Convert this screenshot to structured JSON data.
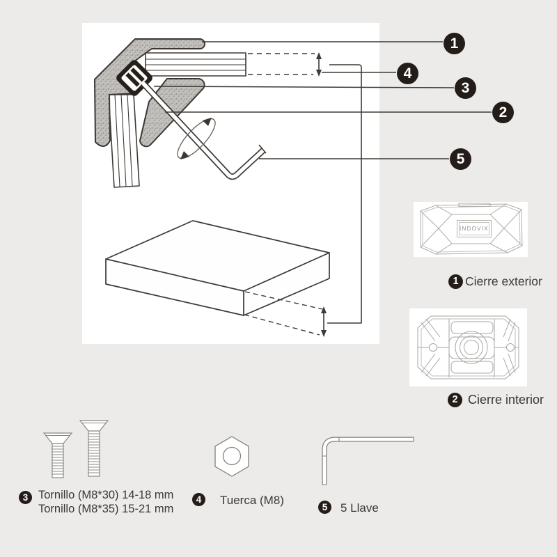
{
  "colors": {
    "background": "#ecebe9",
    "panel": "#ffffff",
    "badge": "#241c18",
    "text": "#3a3836",
    "drawing_line_dark": "#3e3a35",
    "drawing_line_light": "#a8a6a2",
    "metal_fill": "#c2c0bc"
  },
  "callouts": {
    "n1": "1",
    "n2": "2",
    "n3": "3",
    "n4": "4",
    "n5": "5"
  },
  "legend": {
    "exterior": {
      "number": "1",
      "label": "Cierre exterior",
      "brand": "INDOVIX"
    },
    "interior": {
      "number": "2",
      "label": "Cierre interior"
    },
    "screws": {
      "number": "3",
      "lines": [
        "Tornillo (M8*30) 14-18 mm",
        "Tornillo (M8*35) 15-21 mm"
      ]
    },
    "nut": {
      "number": "4",
      "label": "Tuerca (M8)"
    },
    "allen_key": {
      "number": "5",
      "label": "5 Llave"
    }
  }
}
